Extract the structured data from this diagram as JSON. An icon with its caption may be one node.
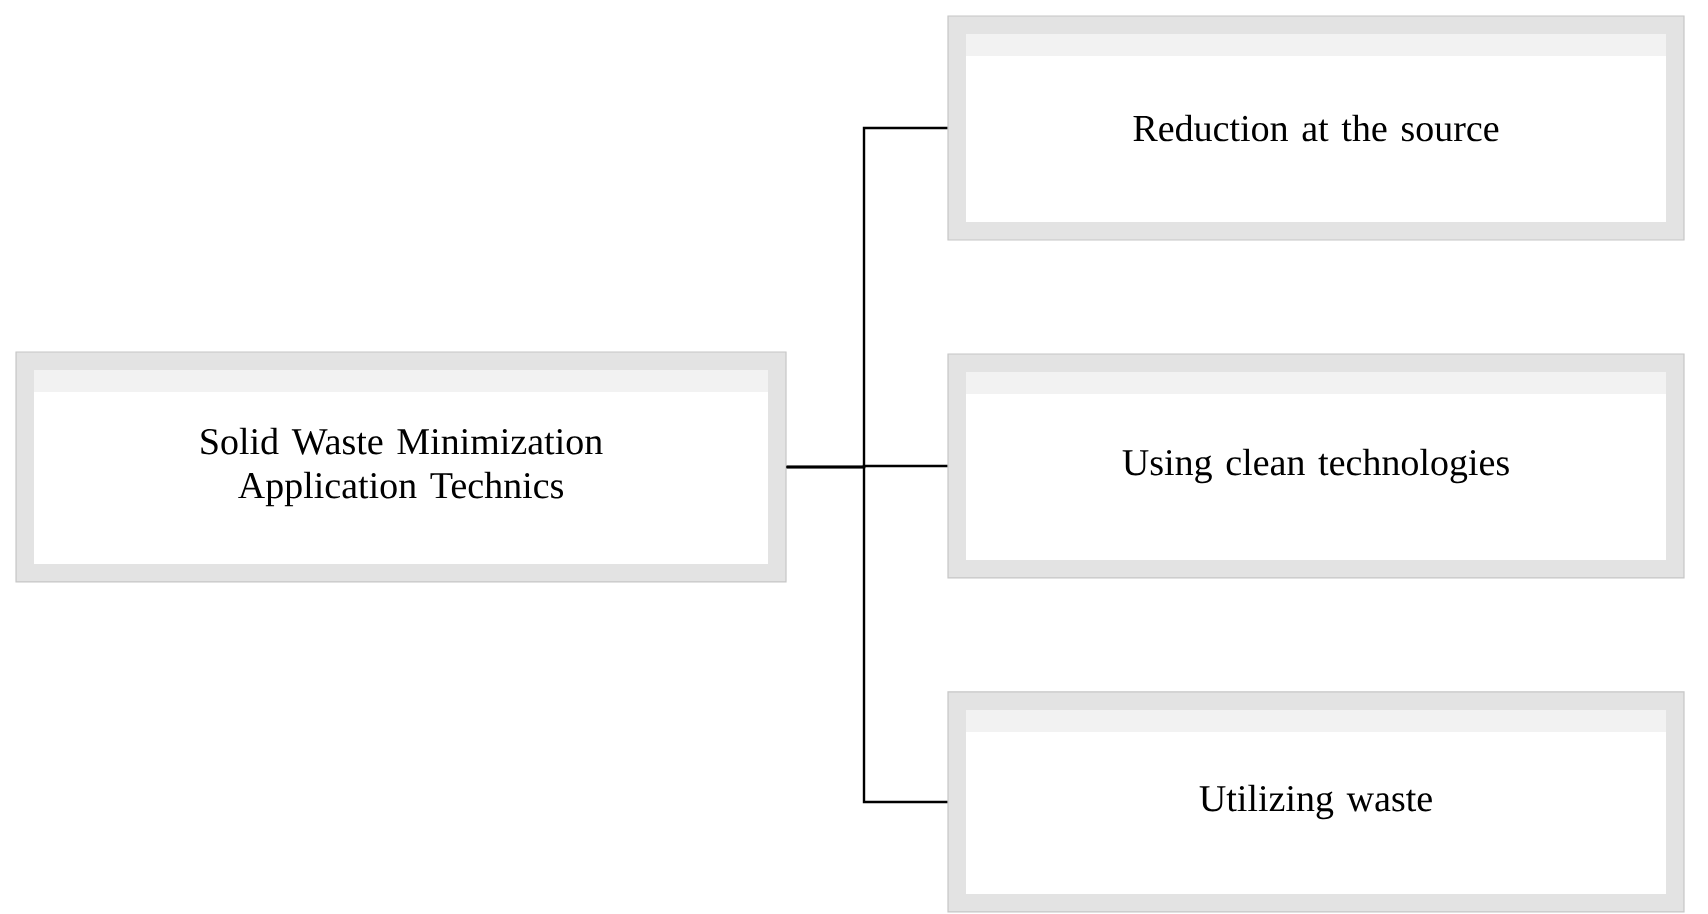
{
  "diagram": {
    "nodes": [
      {
        "text": [
          "Solid Waste Minimization Application Technics"
        ]
      },
      {
        "text": [
          "Reduction at the source"
        ]
      },
      {
        "text": [
          "Using clean technologies"
        ]
      },
      {
        "text": [
          "Utilizing waste"
        ]
      }
    ],
    "edges": [
      {
        "from": 0,
        "to": 1,
        "arrow": "none"
      },
      {
        "from": 0,
        "to": 2,
        "arrow": "none"
      },
      {
        "from": 0,
        "to": 3,
        "arrow": "none"
      }
    ]
  }
}
